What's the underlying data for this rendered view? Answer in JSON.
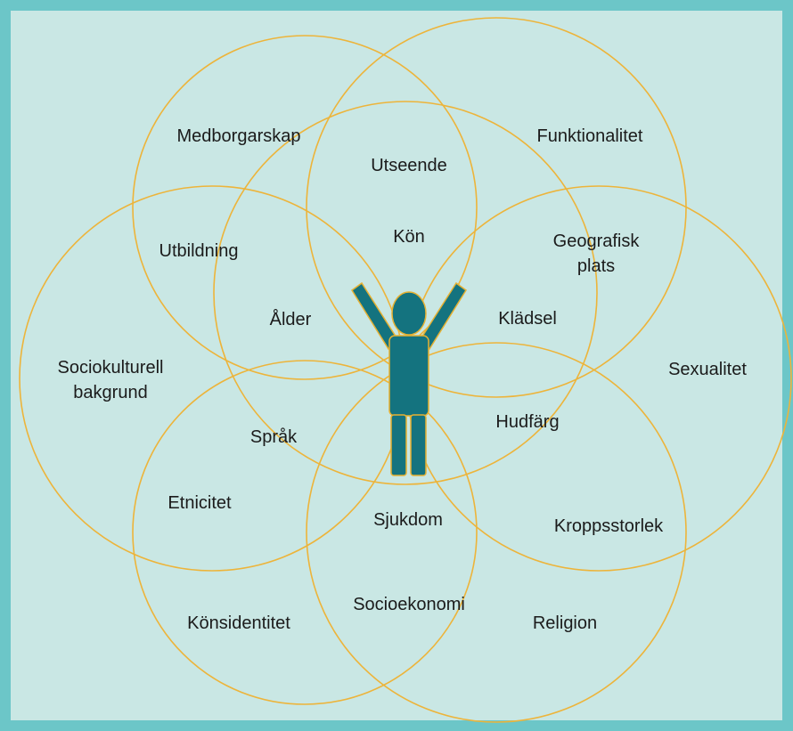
{
  "colors": {
    "border": "#6cc6c8",
    "background": "#c9e7e4",
    "circle_stroke": "#edb43a",
    "figure_fill": "#14737f",
    "figure_stroke": "#e6b132"
  },
  "figure": {
    "icon": "person-arms-raised-icon"
  },
  "labels": {
    "medborgarskap": "Medborgarskap",
    "utseende": "Utseende",
    "funktionalitet": "Funktionalitet",
    "utbildning": "Utbildning",
    "kon": "Kön",
    "geografisk_line1": "Geografisk",
    "geografisk_line2": "plats",
    "alder": "Ålder",
    "kladsel": "Klädsel",
    "sociokulturell_line1": "Sociokulturell",
    "sociokulturell_line2": "bakgrund",
    "sexualitet": "Sexualitet",
    "sprak": "Språk",
    "hudfarg": "Hudfärg",
    "etnicitet": "Etnicitet",
    "sjukdom": "Sjukdom",
    "kroppsstorlek": "Kroppsstorlek",
    "socioekonomi": "Socioekonomi",
    "konsidentitet": "Könsidentitet",
    "religion": "Religion"
  }
}
